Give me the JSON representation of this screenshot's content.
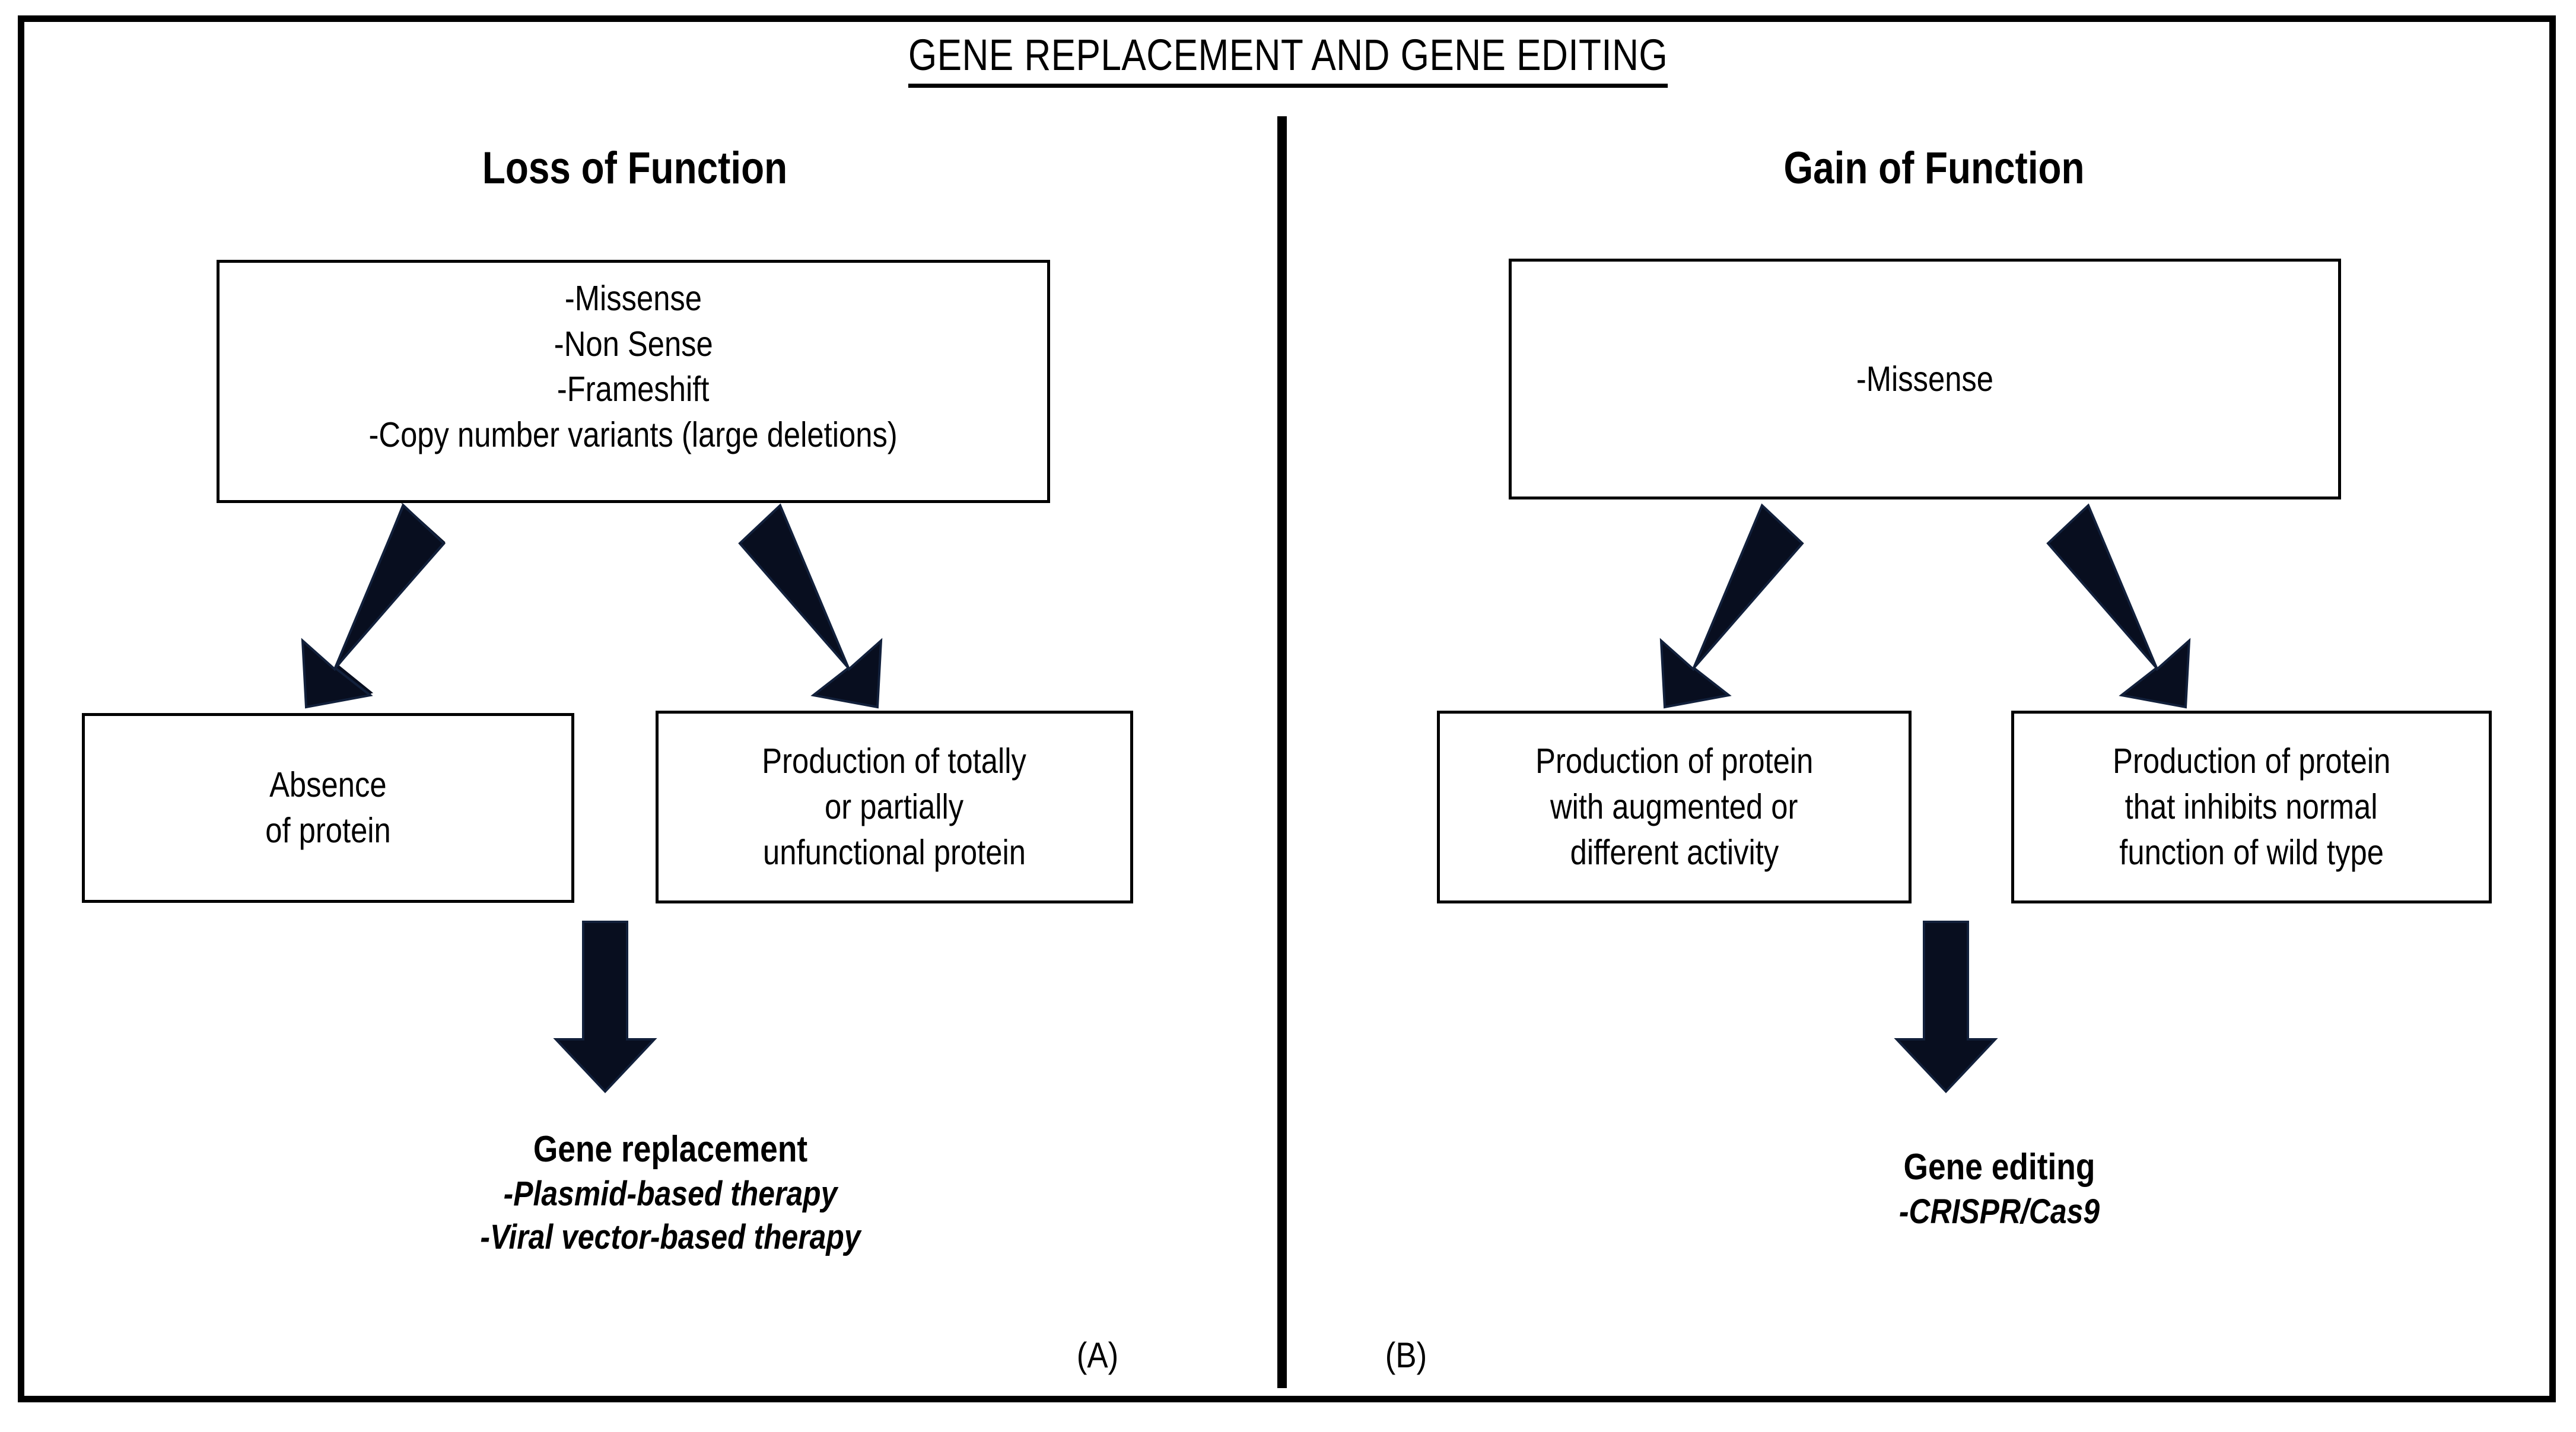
{
  "figure": {
    "title": "GENE REPLACEMENT AND GENE EDITING",
    "background_color": "#FFFFFF",
    "line_color": "#000000",
    "arrow_color": "#080E1F"
  },
  "panels": {
    "a": {
      "letter": "(A)",
      "heading": "Loss of Function",
      "mutations_box": {
        "lines": [
          "-Missense",
          "-Non Sense",
          "-Frameshift",
          "-Copy number variants (large deletions)"
        ]
      },
      "outcome_left": {
        "lines": [
          "Absence",
          "of protein"
        ]
      },
      "outcome_right": {
        "lines": [
          "Production of totally",
          "or partially",
          "unfunctional protein"
        ]
      },
      "terminal": {
        "title": "Gene replacement",
        "subitems": [
          "-Plasmid-based therapy",
          "-Viral vector-based therapy"
        ]
      }
    },
    "b": {
      "letter": "(B)",
      "heading": "Gain of Function",
      "mutations_box": {
        "lines": [
          "-Missense"
        ]
      },
      "outcome_left": {
        "lines": [
          "Production of protein",
          "with augmented or",
          "different activity"
        ]
      },
      "outcome_right": {
        "lines": [
          "Production of protein",
          "that inhibits normal",
          "function of wild type"
        ]
      },
      "terminal": {
        "title": "Gene editing",
        "subitems": [
          "-CRISPR/Cas9"
        ]
      }
    }
  }
}
